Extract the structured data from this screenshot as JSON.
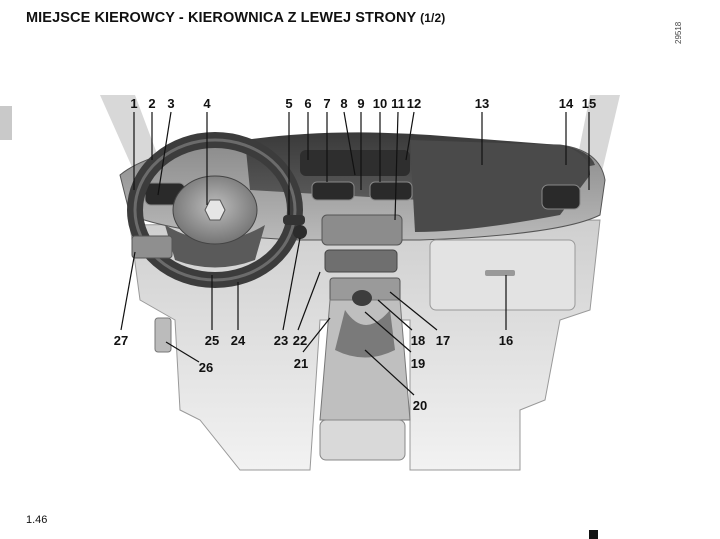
{
  "header": {
    "title": "MIEJSCE KIEROWCY - KIEROWNICA Z LEWEJ STRONY",
    "page_fraction": "(1/2)"
  },
  "image_code": "29518",
  "page_number": "1.46",
  "callouts": [
    "1",
    "2",
    "3",
    "4",
    "5",
    "6",
    "7",
    "8",
    "9",
    "10",
    "11",
    "12",
    "13",
    "14",
    "15",
    "16",
    "17",
    "18",
    "19",
    "20",
    "21",
    "22",
    "23",
    "24",
    "25",
    "26",
    "27"
  ]
}
